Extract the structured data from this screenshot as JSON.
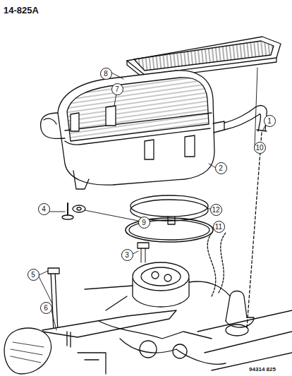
{
  "diagram": {
    "labels": [
      "14-825A",
      "10",
      "8",
      "7",
      "1",
      "2",
      "4",
      "9",
      "12",
      "11",
      "3",
      "5",
      "6",
      "94314 825"
    ]
  }
}
